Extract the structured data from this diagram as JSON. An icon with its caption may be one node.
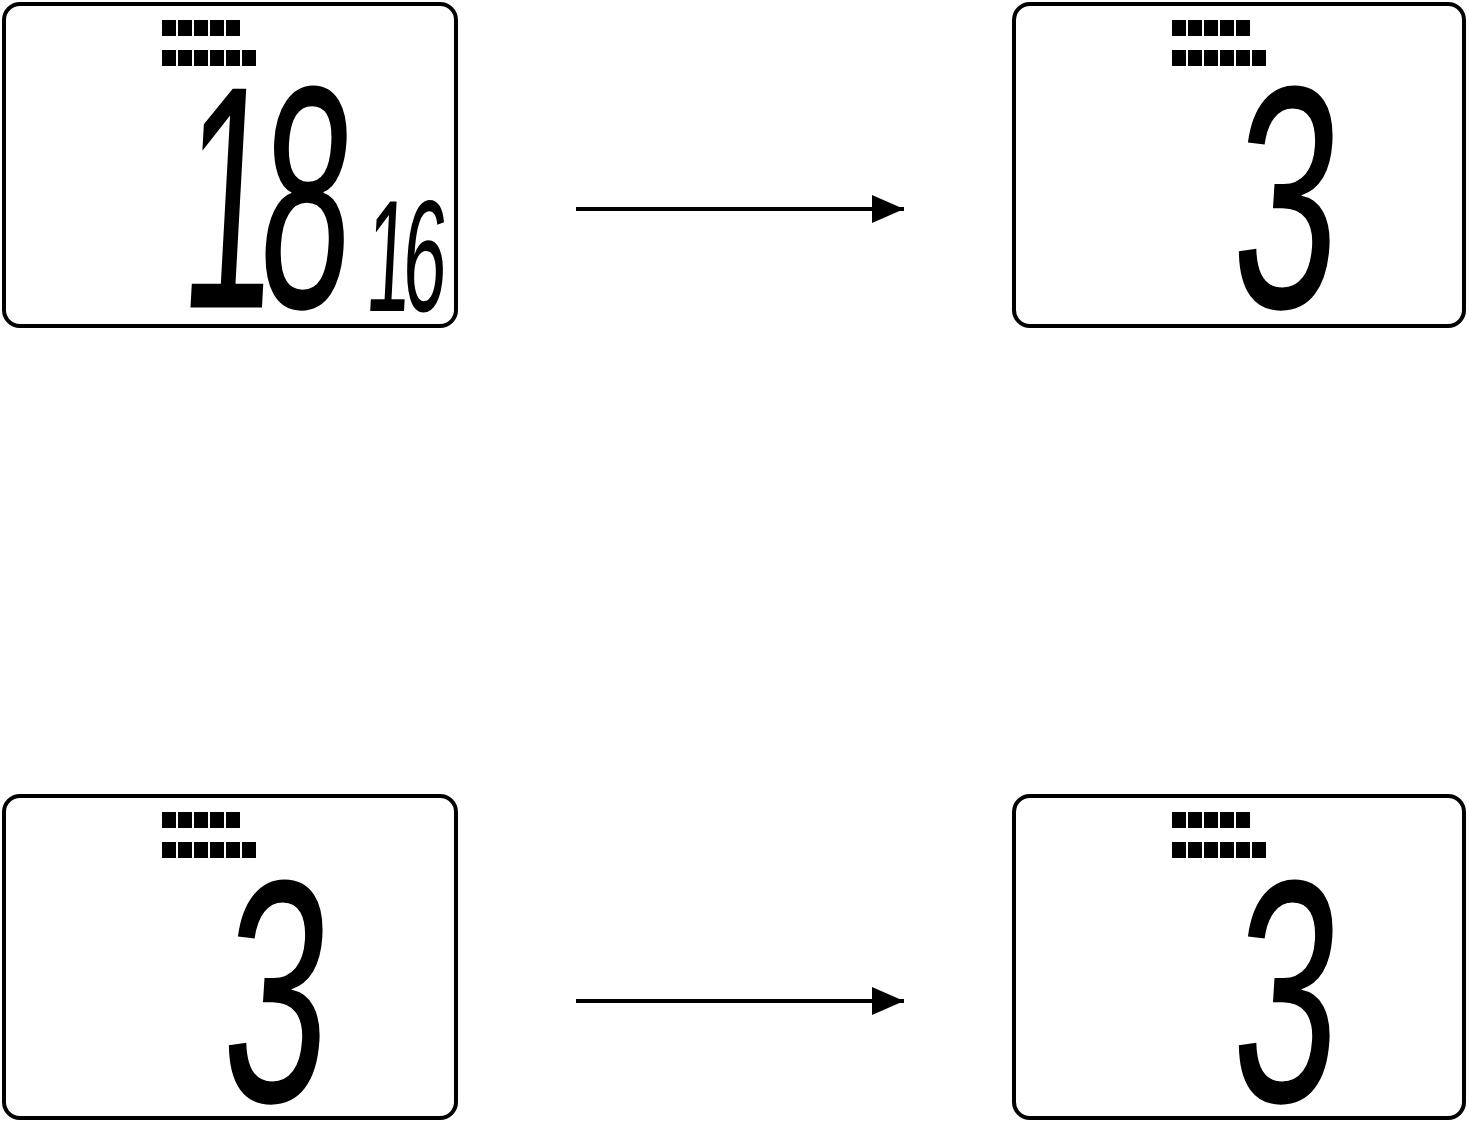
{
  "diagram": {
    "nodes": [
      {
        "text": [
          "18",
          "16"
        ]
      },
      {
        "text": [
          "3"
        ]
      },
      {
        "text": [
          "3"
        ]
      },
      {
        "text": [
          "3"
        ]
      }
    ],
    "edges": [
      {
        "from": 0,
        "to": 1,
        "arrow": "to"
      },
      {
        "from": 2,
        "to": 3,
        "arrow": "to"
      }
    ]
  }
}
